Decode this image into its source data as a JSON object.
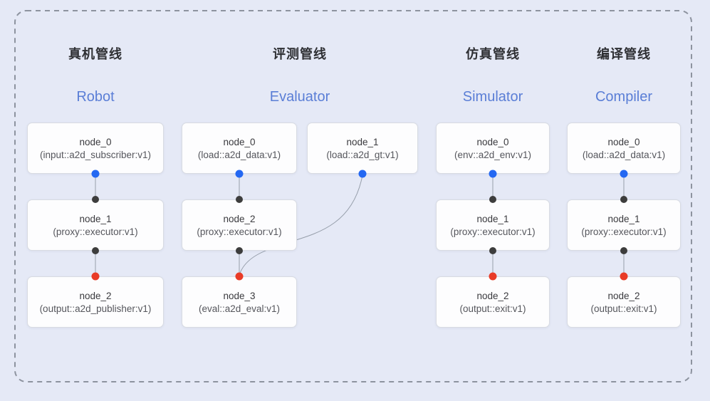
{
  "diagram": {
    "background": "#e5e9f6",
    "border_color": "#8d939f",
    "colors": {
      "blue_dot": "#2468f2",
      "dark_dot": "#3d3d3d",
      "red_dot": "#e93b27",
      "connector_line": "#979fab",
      "title_text": "#2e2f33",
      "subtitle_text": "#5a7ed6",
      "node_bg": "#fdfdfe",
      "node_border": "#d8dbe2"
    },
    "pipelines": [
      {
        "id": "robot",
        "title_zh": "真机管线",
        "title_en": "Robot",
        "nodes": [
          {
            "name": "node_0",
            "type": "(input::a2d_subscriber:v1)"
          },
          {
            "name": "node_1",
            "type": "(proxy::executor:v1)"
          },
          {
            "name": "node_2",
            "type": "(output::a2d_publisher:v1)"
          }
        ]
      },
      {
        "id": "evaluator",
        "title_zh": "评测管线",
        "title_en": "Evaluator",
        "nodes": [
          {
            "name": "node_0",
            "type": "(load::a2d_data:v1)"
          },
          {
            "name": "node_1",
            "type": "(load::a2d_gt:v1)"
          },
          {
            "name": "node_2",
            "type": "(proxy::executor:v1)"
          },
          {
            "name": "node_3",
            "type": "(eval::a2d_eval:v1)"
          }
        ]
      },
      {
        "id": "simulator",
        "title_zh": "仿真管线",
        "title_en": "Simulator",
        "nodes": [
          {
            "name": "node_0",
            "type": "(env::a2d_env:v1)"
          },
          {
            "name": "node_1",
            "type": "(proxy::executor:v1)"
          },
          {
            "name": "node_2",
            "type": "(output::exit:v1)"
          }
        ]
      },
      {
        "id": "compiler",
        "title_zh": "编译管线",
        "title_en": "Compiler",
        "nodes": [
          {
            "name": "node_0",
            "type": "(load::a2d_data:v1)"
          },
          {
            "name": "node_1",
            "type": "(proxy::executor:v1)"
          },
          {
            "name": "node_2",
            "type": "(output::exit:v1)"
          }
        ]
      }
    ]
  }
}
